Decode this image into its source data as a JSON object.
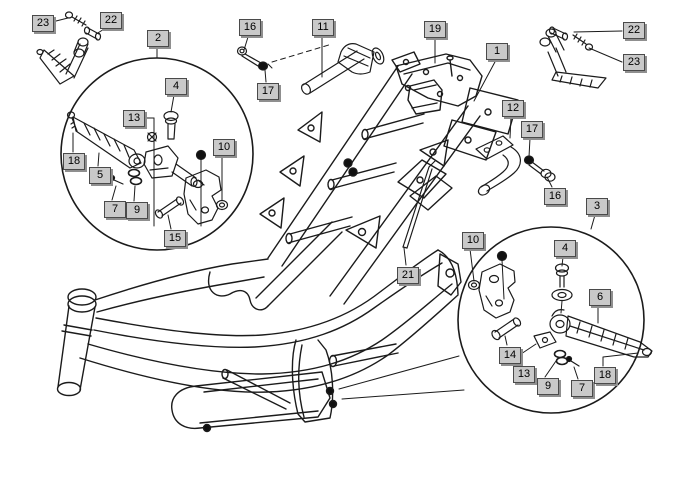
{
  "diagram": {
    "type": "exploded-parts-diagram",
    "subject": "scooter-frame-and-footrest-assembly",
    "background_color": "#ffffff",
    "line_color": "#1b1b1b",
    "label_style": {
      "fill": "#c9c9c9",
      "shadow": "#8f8f8f",
      "border": "#4a4a4a",
      "text_color": "#000000"
    },
    "detail_views": [
      {
        "name": "left-detail-circle",
        "callout": "2"
      },
      {
        "name": "right-detail-circle",
        "callout": "3"
      }
    ],
    "callouts": [
      {
        "id": "23-left",
        "text": "23"
      },
      {
        "id": "22-left",
        "text": "22"
      },
      {
        "id": "2",
        "text": "2"
      },
      {
        "id": "16-top",
        "text": "16"
      },
      {
        "id": "11",
        "text": "11"
      },
      {
        "id": "19",
        "text": "19"
      },
      {
        "id": "1",
        "text": "1"
      },
      {
        "id": "22-right",
        "text": "22"
      },
      {
        "id": "23-right",
        "text": "23"
      },
      {
        "id": "17-top",
        "text": "17"
      },
      {
        "id": "4-left",
        "text": "4"
      },
      {
        "id": "13-left",
        "text": "13"
      },
      {
        "id": "10-left",
        "text": "10"
      },
      {
        "id": "18-left",
        "text": "18"
      },
      {
        "id": "5",
        "text": "5"
      },
      {
        "id": "7-left",
        "text": "7"
      },
      {
        "id": "9-left",
        "text": "9"
      },
      {
        "id": "15",
        "text": "15"
      },
      {
        "id": "12",
        "text": "12"
      },
      {
        "id": "17-right",
        "text": "17"
      },
      {
        "id": "16-right",
        "text": "16"
      },
      {
        "id": "3",
        "text": "3"
      },
      {
        "id": "21",
        "text": "21"
      },
      {
        "id": "10-right",
        "text": "10"
      },
      {
        "id": "4-right",
        "text": "4"
      },
      {
        "id": "6",
        "text": "6"
      },
      {
        "id": "14",
        "text": "14"
      },
      {
        "id": "13-right",
        "text": "13"
      },
      {
        "id": "9-right",
        "text": "9"
      },
      {
        "id": "7-right",
        "text": "7"
      },
      {
        "id": "18-right",
        "text": "18"
      }
    ]
  }
}
